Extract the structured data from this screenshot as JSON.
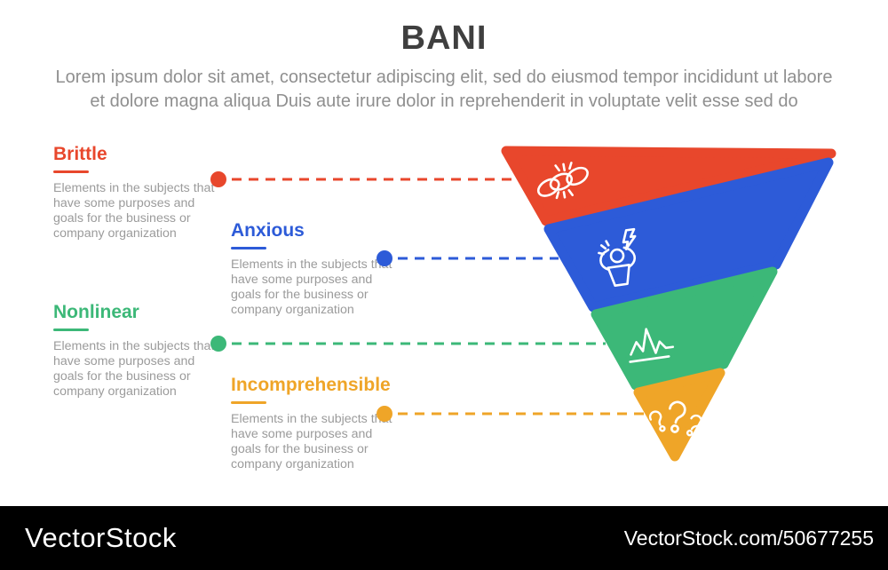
{
  "header": {
    "title": "BANI",
    "subtitle_line1": "Lorem ipsum dolor sit amet, consectetur adipiscing elit, sed do eiusmod tempor incididunt ut labore",
    "subtitle_line2": "et dolore magna aliqua Duis aute irure dolor in reprehenderit in voluptate velit esse sed do"
  },
  "sections": [
    {
      "title": "Brittle",
      "description": "Elements in the subjects that have some purposes and goals for the  business or company organization",
      "color": "#e8472c",
      "icon": "broken-chain-icon"
    },
    {
      "title": "Anxious",
      "description": "Elements in the subjects that have some purposes and goals for the  business or company organization",
      "color": "#2d5bd8",
      "icon": "anxious-person-icon"
    },
    {
      "title": "Nonlinear",
      "description": "Elements in the subjects that have some purposes and goals for the  business or company organization",
      "color": "#3cb878",
      "icon": "nonlinear-chart-icon"
    },
    {
      "title": "Incomprehensible",
      "description": "Elements in the subjects that have some purposes and goals for the  business or company organization",
      "color": "#efa528",
      "icon": "question-marks-icon"
    }
  ],
  "funnel": {
    "icon_stroke": "#ffffff"
  },
  "watermark": {
    "brand": "VectorStock",
    "url": "VectorStock.com/50677255",
    "bar_color": "#000000"
  }
}
